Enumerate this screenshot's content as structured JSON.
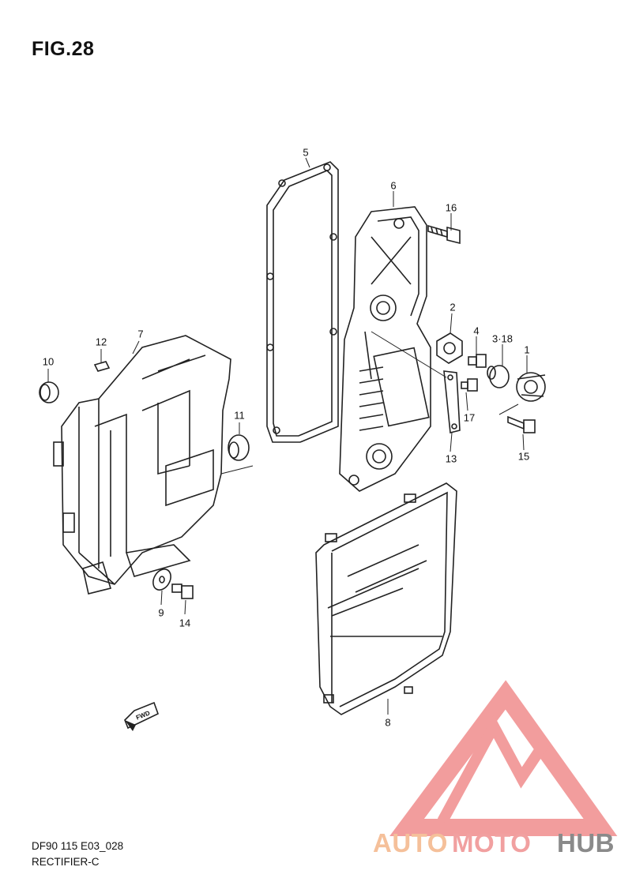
{
  "figure": {
    "title": "FIG.28"
  },
  "footer": {
    "code": "DF90 115 E03_028",
    "name": "RECTIFIER-C"
  },
  "callouts": {
    "p1": "1",
    "p2": "2",
    "p3_18": "3·18",
    "p4": "4",
    "p5": "5",
    "p6": "6",
    "p7": "7",
    "p8": "8",
    "p9": "9",
    "p10": "10",
    "p11": "11",
    "p12": "12",
    "p13": "13",
    "p14": "14",
    "p15": "15",
    "p16": "16",
    "p17": "17"
  },
  "fwd_arrow": {
    "label": "FWD"
  },
  "watermark": {
    "part1": "AUTO",
    "part2": "MOTO",
    "part3": "HUB",
    "colors": {
      "auto": "#f5c09a",
      "moto": "#f1a0a0",
      "hub": "#8a8a8a",
      "logo": "#f08c8c"
    }
  }
}
